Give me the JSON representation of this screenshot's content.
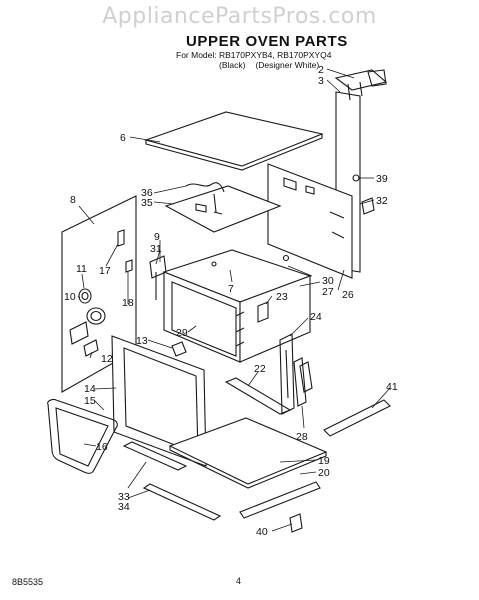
{
  "watermark": "AppliancePartsPros.com",
  "header": {
    "title": "UPPER OVEN PARTS",
    "model_line": "For Model: RB170PXYB4, RB170PXYQ4",
    "color_black": "(Black)",
    "color_white": "(Designer White)"
  },
  "footer": {
    "code": "8B5535",
    "page": "4"
  },
  "callouts": {
    "c2": "2",
    "c3": "3",
    "c6": "6",
    "c8": "8",
    "c36": "36",
    "c35": "35",
    "c39": "39",
    "c32": "32",
    "c9": "9",
    "c31": "31",
    "c11": "11",
    "c17": "17",
    "c10": "10",
    "c18": "18",
    "c12": "12",
    "c30": "30",
    "c27": "27",
    "c7": "7",
    "c26": "26",
    "c23": "23",
    "c29": "29",
    "c24": "24",
    "c13": "13",
    "c14": "14",
    "c15": "15",
    "c22": "22",
    "c41": "41",
    "c16": "16",
    "c28": "28",
    "c19": "19",
    "c20": "20",
    "c33": "33",
    "c34": "34",
    "c40": "40"
  }
}
